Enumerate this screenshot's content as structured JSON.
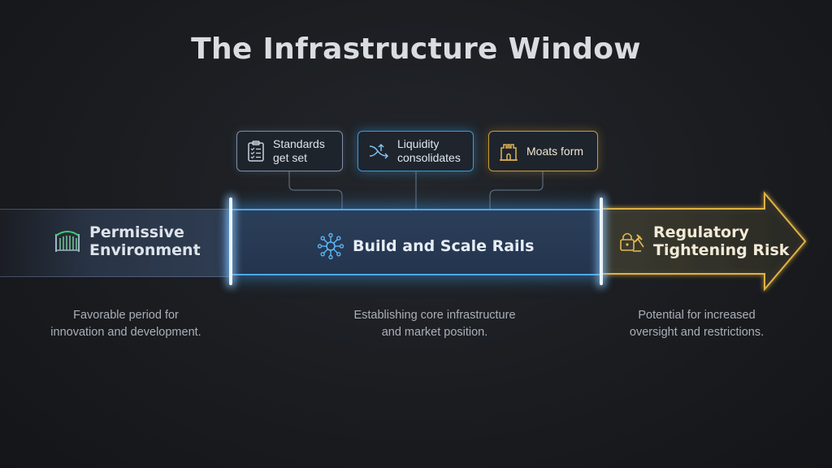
{
  "title": "The Infrastructure Window",
  "callouts": {
    "standards": {
      "label": "Standards\nget set",
      "icon": "clipboard-checklist-icon",
      "color": "#7d8fa8"
    },
    "liquidity": {
      "label": "Liquidity\nconsolidates",
      "icon": "merge-arrows-icon",
      "color": "#3c9bd6"
    },
    "moats": {
      "label": "Moats form",
      "icon": "castle-tower-icon",
      "color": "#c99a3a"
    }
  },
  "segments": {
    "permissive": {
      "label": "Permissive\nEnvironment",
      "icon": "gate-icon",
      "description": "Favorable period for\ninnovation and development."
    },
    "build": {
      "label": "Build and Scale Rails",
      "icon": "network-hub-icon",
      "description": "Establishing core infrastructure\nand market position.",
      "accent": "#4aa8ef"
    },
    "regulatory": {
      "label": "Regulatory\nTightening Risk",
      "icon": "lock-gavel-icon",
      "description": "Potential for increased\noversight and restrictions.",
      "accent": "#d9a93e"
    }
  }
}
